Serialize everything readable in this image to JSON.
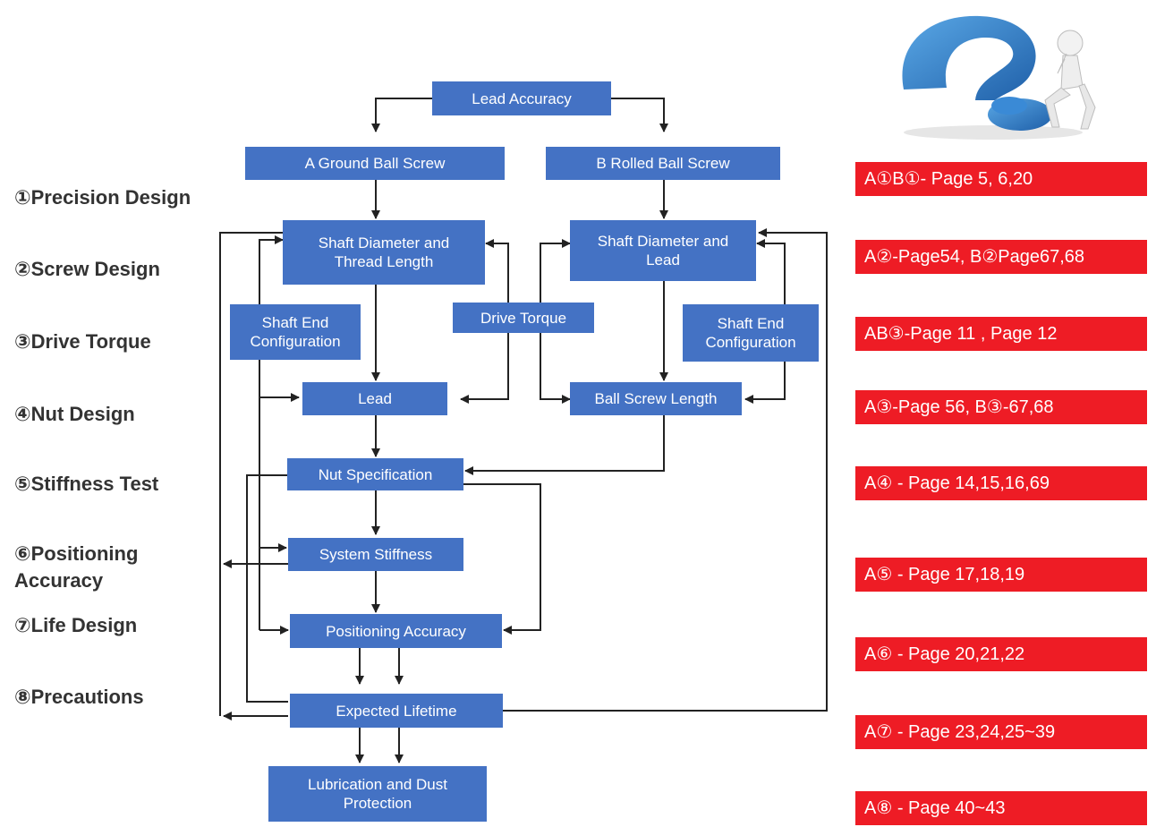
{
  "flow": {
    "lead_accuracy": "Lead Accuracy",
    "ground": "A  Ground Ball Screw",
    "rolled": "B  Rolled Ball Screw",
    "shaft_dia_thread": "Shaft Diameter and\nThread Length",
    "shaft_dia_lead": "Shaft Diameter and\nLead",
    "shaft_end_left": "Shaft End\nConfiguration",
    "drive_torque": "Drive Torque",
    "shaft_end_right": "Shaft End\nConfiguration",
    "lead": "Lead",
    "ball_screw_length": "Ball Screw Length",
    "nut_spec": "Nut Specification",
    "system_stiffness": "System Stiffness",
    "positioning_accuracy": "Positioning Accuracy",
    "expected_lifetime": "Expected Lifetime",
    "lubrication": "Lubrication and Dust\nProtection"
  },
  "steps": [
    "①Precision Design",
    "②Screw Design",
    "③Drive Torque",
    "④Nut Design",
    "⑤Stiffness Test",
    "⑥Positioning\n   Accuracy",
    "⑦Life Design",
    "⑧Precautions"
  ],
  "refs": [
    "A①B①- Page 5, 6,20",
    "A②-Page54, B②Page67,68",
    "AB③-Page 11 , Page 12",
    "A③-Page 56, B③-67,68",
    "A④ - Page 14,15,16,69",
    "A⑤ - Page 17,18,19",
    "A⑥ - Page 20,21,22",
    "A⑦ - Page 23,24,25~39",
    "A⑧ - Page 40~43"
  ],
  "colors": {
    "box": "#4472c4",
    "ref_bg": "#ee1c25",
    "line": "#222222",
    "illustration_blue": "#2f7fc6"
  },
  "illustration": {
    "icon": "question-mark-thinker-icon"
  }
}
